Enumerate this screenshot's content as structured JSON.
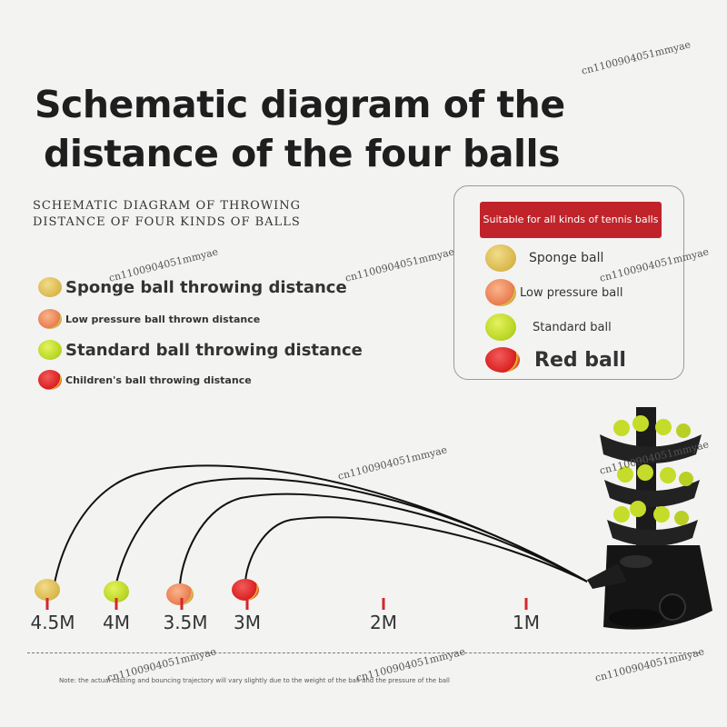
{
  "title": {
    "line1": "Schematic diagram of the",
    "line2": "distance of the four balls"
  },
  "subtitle": {
    "line1": "SCHEMATIC DIAGRAM OF THROWING",
    "line2": "DISTANCE OF FOUR KINDS OF BALLS"
  },
  "legend": [
    {
      "ball": "sponge",
      "label": "Sponge ball throwing distance"
    },
    {
      "ball": "low-pressure",
      "label": "Low pressure ball thrown distance"
    },
    {
      "ball": "standard",
      "label": "Standard ball throwing distance"
    },
    {
      "ball": "red",
      "label": "Children's ball throwing distance"
    }
  ],
  "box": {
    "header": "Suitable for all kinds of tennis balls",
    "items": [
      {
        "ball": "sponge",
        "label": "Sponge ball"
      },
      {
        "ball": "low-pressure",
        "label": "Low pressure ball"
      },
      {
        "ball": "standard",
        "label": "Standard ball"
      },
      {
        "ball": "red",
        "label": "Red ball"
      }
    ]
  },
  "distances": [
    {
      "label": "4.5M",
      "ball": "sponge"
    },
    {
      "label": "4M",
      "ball": "standard"
    },
    {
      "label": "3.5M",
      "ball": "low-pressure"
    },
    {
      "label": "3M",
      "ball": "red"
    },
    {
      "label": "2M",
      "ball": ""
    },
    {
      "label": "1M",
      "ball": ""
    }
  ],
  "note": "Note: the actual casting and bouncing trajectory will vary slightly due to the weight of the ball and the pressure of the ball",
  "watermark": "cn1100904051mmyae",
  "colors": {
    "red_header": "#c0242a",
    "tick_red": "#d6262b"
  }
}
